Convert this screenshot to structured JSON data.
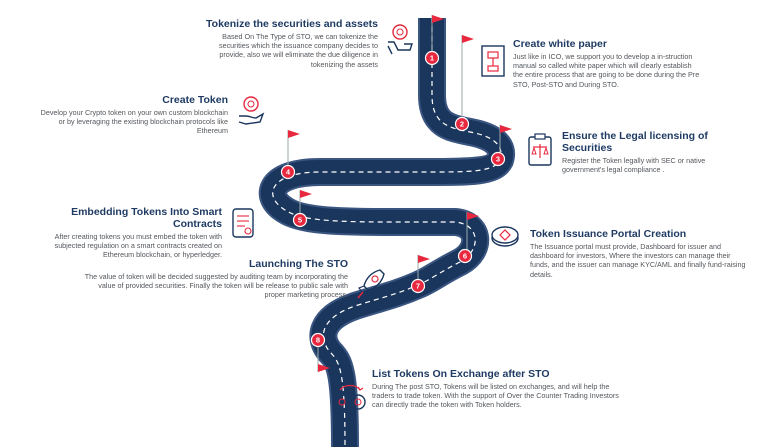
{
  "steps": [
    {
      "num": "1",
      "title": "Tokenize the securities and assets",
      "desc": "Based On The Type of STO,  we can tokenize the securities which the issuance company decides to provide, also we will eliminate the due diligence in tokenizing the assets",
      "icon": "hand-holding-coin-icon"
    },
    {
      "num": "2",
      "title": "Create white paper",
      "desc": "Just like in ICO, we support you to develop a in-struction manual so called white paper which will clearly establish the entire process that are going to be done during the Pre STO, Post-STO and During STO.",
      "icon": "whitepaper-document-icon"
    },
    {
      "num": "3",
      "title": "Ensure the Legal licensing of Securities",
      "desc": "Register the Token legally with SEC or native government's legal compliance .",
      "icon": "legal-scales-clipboard-icon"
    },
    {
      "num": "4",
      "title": "Create Token",
      "desc": "Develop your Crypto token on your own custom blockchain or by leveraging the existing blockchain protocols like Ethereum",
      "icon": "token-in-hand-icon"
    },
    {
      "num": "5",
      "title": "Embedding Tokens Into Smart Contracts",
      "desc": "After creating tokens you must embed the token with subjected regulation on a smart contracts created on Ethereum blockchain, or hyperledger.",
      "icon": "smart-contract-scroll-icon"
    },
    {
      "num": "6",
      "title": "Token Issuance Portal Creation",
      "desc": "The Issuance portal must provide, Dashboard for issuer and dashboard for investors, Where the investors can manage their funds, and the issuer can manage  KYC/AML and finally fund-raising details.",
      "icon": "portal-coin-icon"
    },
    {
      "num": "7",
      "title": "Launching The STO",
      "desc": "The value of token will be decided suggested by auditing team by incorporating the value of provided securities. Finally the token will be release to public sale with proper marketing process.",
      "icon": "rocket-launch-icon"
    },
    {
      "num": "8",
      "title": "List Tokens On Exchange after STO",
      "desc": "During The post STO, Tokens will be listed on exchanges, and will help the traders to trade token. With the support of Over the Counter Trading Investors can directly trade the token with Token holders.",
      "icon": "exchange-coins-icon"
    }
  ],
  "colors": {
    "road": "#1b365d",
    "road_dash": "#ffffff",
    "marker": "#e8283f",
    "flag": "#e8283f",
    "title": "#1f3b63",
    "text": "#53575c"
  }
}
